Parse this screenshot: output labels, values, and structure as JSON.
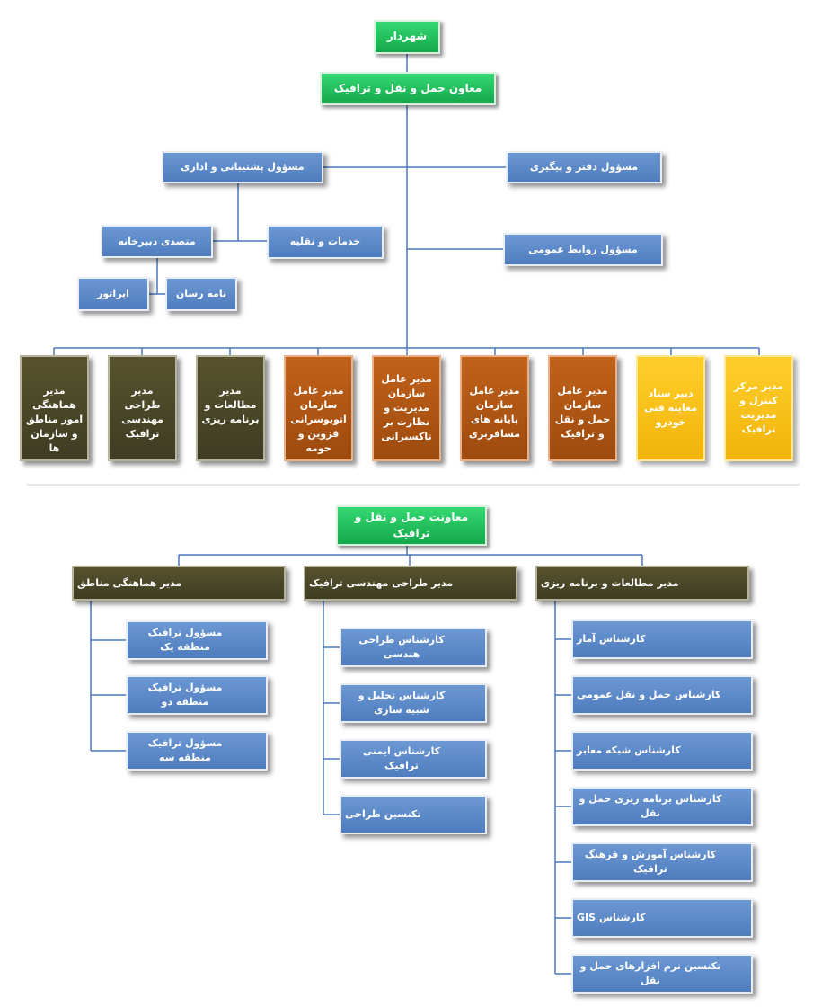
{
  "top": {
    "mayor": "شهردار",
    "deputy": "معاون حمل و نقل و ترافیک",
    "support_admin": "مسؤول پشتیبانی و اداری",
    "office_followup": "مسؤول دفتر و پیگیری",
    "secretariat": "متصدی دبیرخانه",
    "services": "خدمات و نقلیه",
    "public_relations": "مسؤول روابط عمومی",
    "operator": "اپراتور",
    "courier": "نامه رسان",
    "managers": [
      "مدیر هماهنگی امور مناطق و سازمان ها",
      "مدیر طراحی مهندسی ترافیک",
      "مدیر مطالعات و برنامه ریزی",
      "مدیر عامل سازمان اتوبوسرانی قزوین و حومه",
      "مدیر عامل سازمان مدیریت و نظارت بر تاکسیرانی",
      "مدیر عامل سازمان پایانه های مسافربری",
      "مدیر عامل سازمان حمل و نقل و ترافیک",
      "دبیر ستاد معاینه فنی خودرو",
      "مدیر مرکز کنترل و مدیریت ترافیک"
    ]
  },
  "bottom": {
    "deputy": "معاونت حمل و نقل و ترافیک",
    "coordination": {
      "title": "مدیر هماهنگی مناطق",
      "items": [
        "مسؤول ترافیک منطقه یک",
        "مسؤول ترافیک منطقه دو",
        "مسؤول ترافیک منطقه سه"
      ]
    },
    "design": {
      "title": "مدیر طراحی مهندسی ترافیک",
      "items": [
        "کارشناس طراحی هندسی",
        "کارشناس تحلیل و شبیه سازی",
        "کارشناس ایمنی ترافیک",
        "تکنسین طراحی"
      ]
    },
    "studies": {
      "title": "مدیر مطالعات و برنامه ریزی",
      "items": [
        "کارشناس آمار",
        "کارشناس حمل و نقل عمومی",
        "کارشناس شبکه معابر",
        "کارشناس برنامه ریزی حمل و نقل",
        "کارشناس آموزش و فرهنگ ترافیک",
        "کارشناس GIS",
        "تکنسین نرم افزارهای حمل و نقل"
      ]
    }
  },
  "colors": {
    "connector": "#4a78b8",
    "green": "#1fbd5c",
    "blue": "#5b89c8",
    "olive": "#4a472a",
    "orange": "#b0561a",
    "yellow": "#f8c21d"
  }
}
